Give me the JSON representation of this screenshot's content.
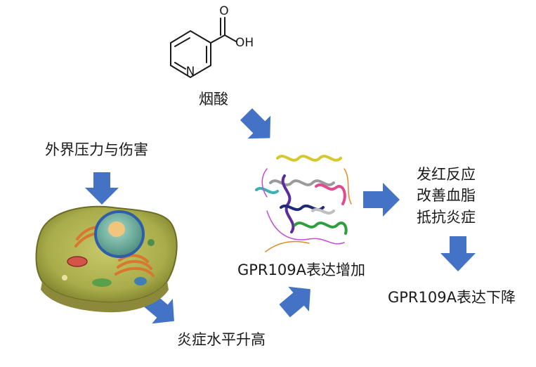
{
  "molecule": {
    "name": "烟酸",
    "atom_o": "O",
    "atom_oh": "OH",
    "atom_n": "N"
  },
  "labels": {
    "stress": "外界压力与伤害",
    "inflammation": "炎症水平升高",
    "receptor_up": "GPR109A表达增加",
    "effects": [
      "发红反应",
      "改善血脂",
      "抵抗炎症"
    ],
    "receptor_down": "GPR109A表达下降"
  },
  "colors": {
    "arrow": "#4472c4",
    "text": "#1a1a1a"
  },
  "icons": {
    "cell": "animal-cell-illustration",
    "protein": "gpr109a-helix-protein-structure"
  }
}
